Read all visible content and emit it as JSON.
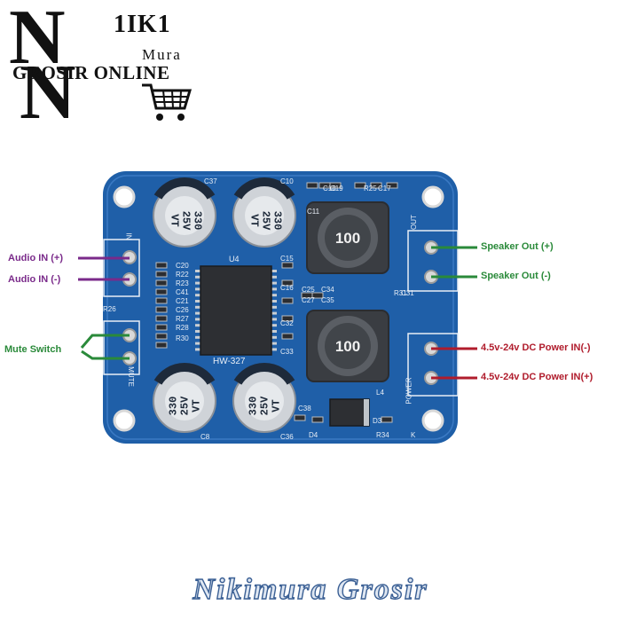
{
  "logo": {
    "brand_top": "1IK1",
    "brand_name": "Mura",
    "brand_line": "GROSIR ONLINE",
    "cart_icon": "shopping-cart-icon"
  },
  "board": {
    "model": "HW-327",
    "chip_label": "U4",
    "capacitor_text": [
      "330",
      "25V",
      "VT"
    ],
    "inductor_value": "100",
    "component_labels": [
      "C37",
      "C10",
      "C20",
      "R22",
      "R23",
      "C41",
      "C21",
      "C26",
      "R27",
      "R28",
      "R30",
      "R26",
      "C15",
      "C16",
      "C32",
      "C33",
      "C25",
      "C27",
      "C34",
      "C35",
      "C11",
      "C18",
      "C19",
      "R25",
      "C17",
      "C8",
      "C36",
      "C38",
      "D3",
      "D4",
      "R34",
      "L4",
      "R31",
      "C31"
    ],
    "silk_labels": [
      "IN",
      "MUTE",
      "OUT",
      "POWER",
      "K"
    ]
  },
  "callouts": {
    "audio_in_plus": "Audio IN (+)",
    "audio_in_minus": "Audio IN (-)",
    "mute_switch": "Mute Switch",
    "speaker_out_plus": "Speaker Out (+)",
    "speaker_out_minus": "Speaker Out (-)",
    "power_minus": "4.5v-24v DC Power IN(-)",
    "power_plus": "4.5v-24v DC Power IN(+)"
  },
  "colors": {
    "pcb": "#1f5fa8",
    "purple": "#7a2a8a",
    "green": "#2a8a3a",
    "red": "#b01c2c"
  },
  "footer": {
    "watermark": "Nikimura Grosir"
  }
}
